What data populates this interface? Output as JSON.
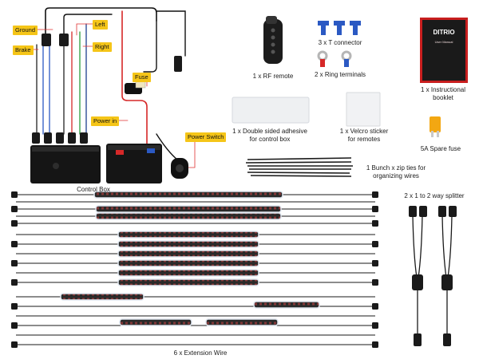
{
  "tags": {
    "ground": "Ground",
    "brake": "Brake",
    "left": "Left",
    "right": "Right",
    "fuse": "Fuse",
    "power_in": "Power in",
    "power_switch": "Power Switch"
  },
  "labels": {
    "rf_remote": "1 x RF remote",
    "t_connector": "3 x T connector",
    "ring_terminals": "2 x Ring terminals",
    "booklet_line1": "1 x Instructional",
    "booklet_line2": "booklet",
    "adhesive_line1": "1 x Double sided adhesive",
    "adhesive_line2": "for control box",
    "velcro_line1": "1 x Velcro sticker",
    "velcro_line2": "for remotes",
    "spare_fuse": "5A Spare fuse",
    "zip_line1": "1 Bunch x zip ties for",
    "zip_line2": "organizing wires",
    "control_box": "Control Box",
    "splitter": "2 x 1 to 2 way splitter",
    "extension": "6 x Extension Wire"
  },
  "brand": {
    "logo_text": "DITRIO",
    "booklet_title": "User Manual"
  },
  "colors": {
    "tag_yellow": "#f5c518",
    "wire_red": "#d62828",
    "wire_blue": "#2b59c3",
    "wire_green": "#2a9d3a",
    "box_black": "#151515",
    "strip_tube": "#e8eef6",
    "booklet_red": "#c81e1e"
  }
}
